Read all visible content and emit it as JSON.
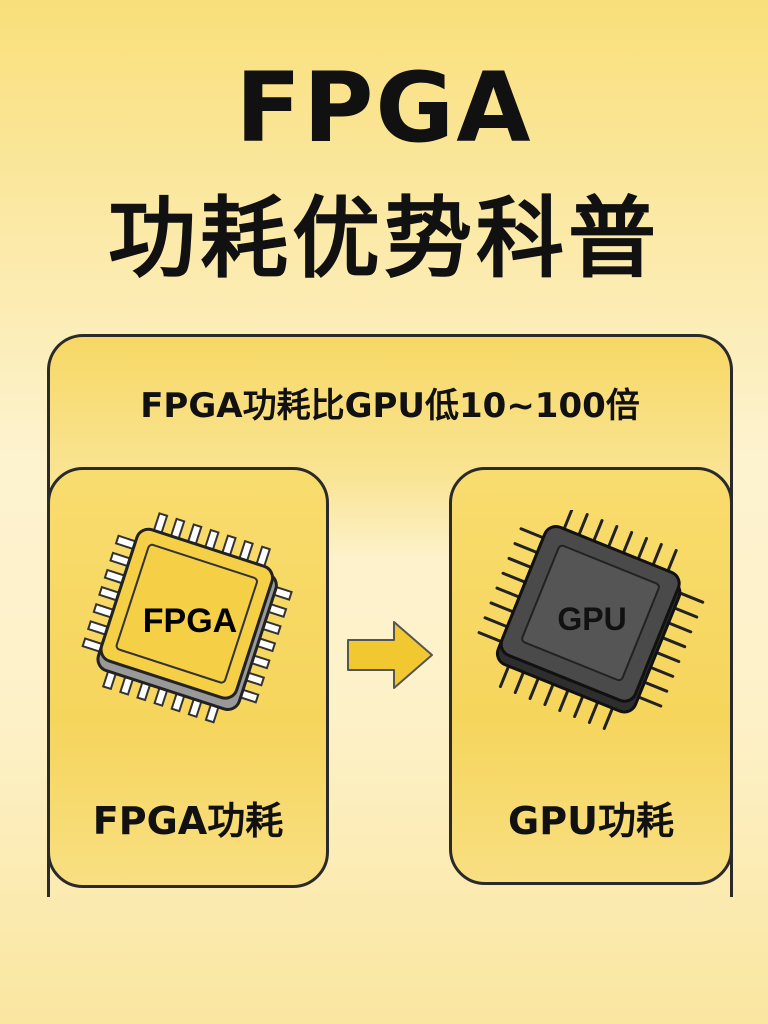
{
  "title": {
    "line1": "FPGA",
    "line2": "功耗优势科普"
  },
  "subtitle": "FPGA功耗比GPU低10~100倍",
  "cards": [
    {
      "chip_label": "FPGA",
      "label": "FPGA功耗",
      "chip_color": "#f5cf45"
    },
    {
      "chip_label": "GPU",
      "label": "GPU功耗",
      "chip_color": "#4a4a4a"
    }
  ],
  "arrow_icon": "arrow-right-icon",
  "colors": {
    "accent": "#f5cf45",
    "outline": "#2a2a2a"
  }
}
